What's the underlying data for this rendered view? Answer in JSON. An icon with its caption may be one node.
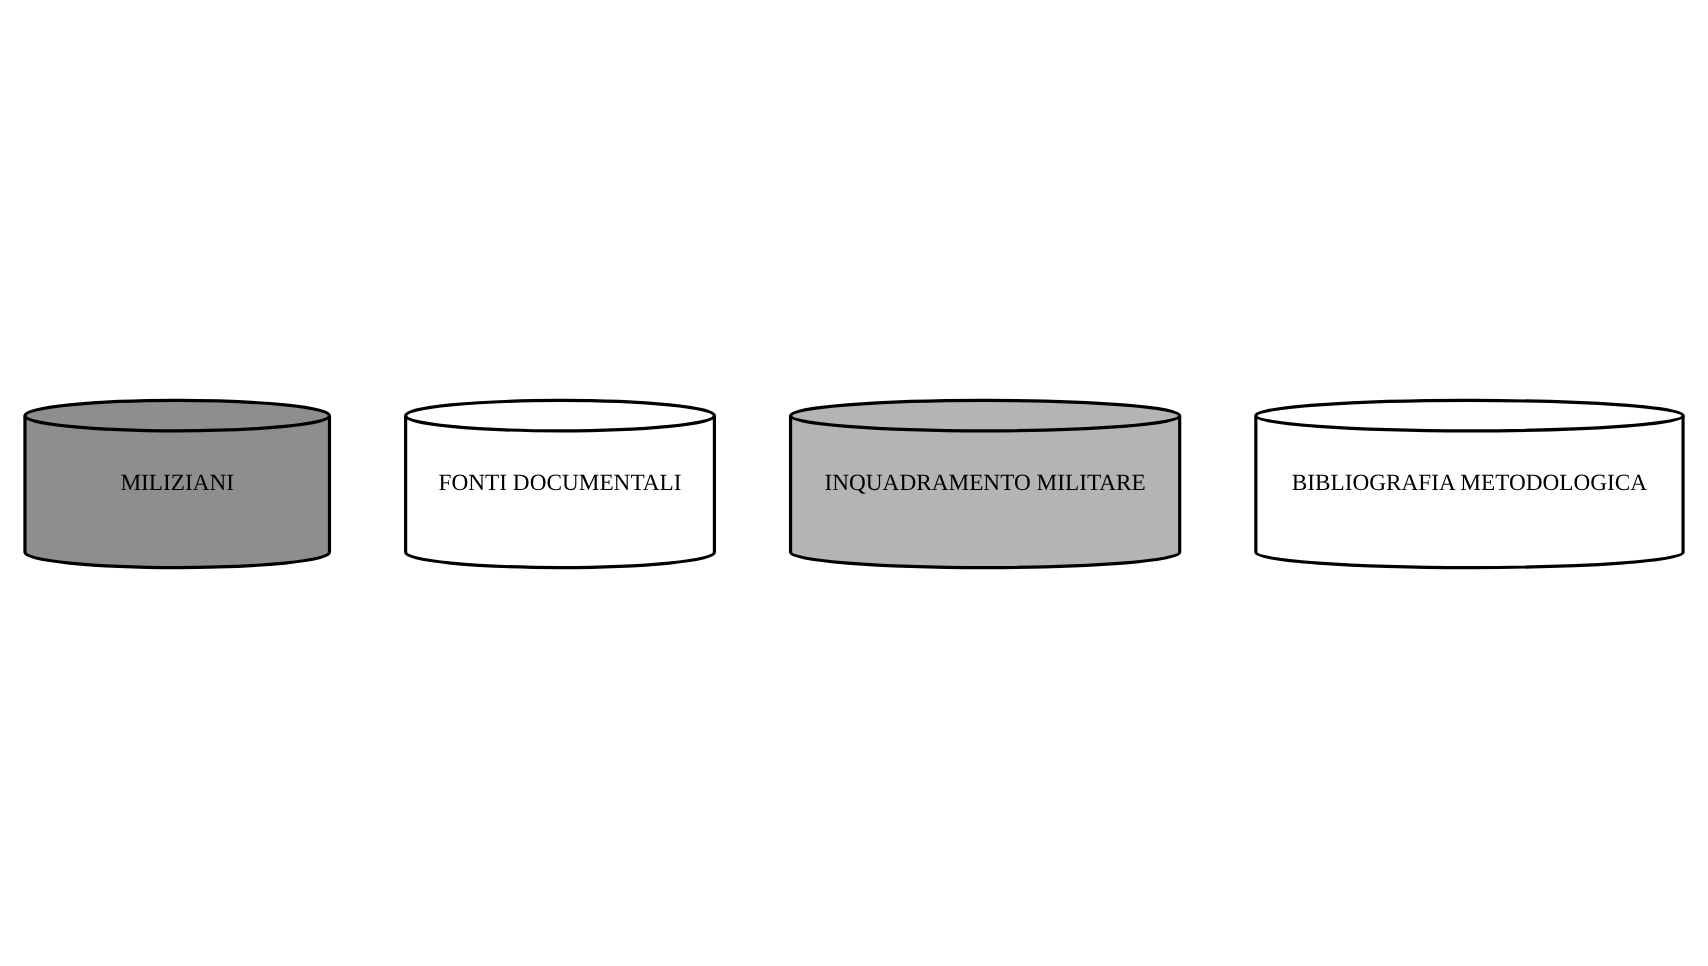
{
  "diagram": {
    "nodes": [
      {
        "text": [
          "MILIZIANI"
        ]
      },
      {
        "text": [
          "FONTI DOCUMENTALI"
        ]
      },
      {
        "text": [
          "INQUADRAMENTO MILITARE"
        ]
      },
      {
        "text": [
          "BIBLIOGRAFIA METODOLOGICA"
        ]
      }
    ]
  }
}
